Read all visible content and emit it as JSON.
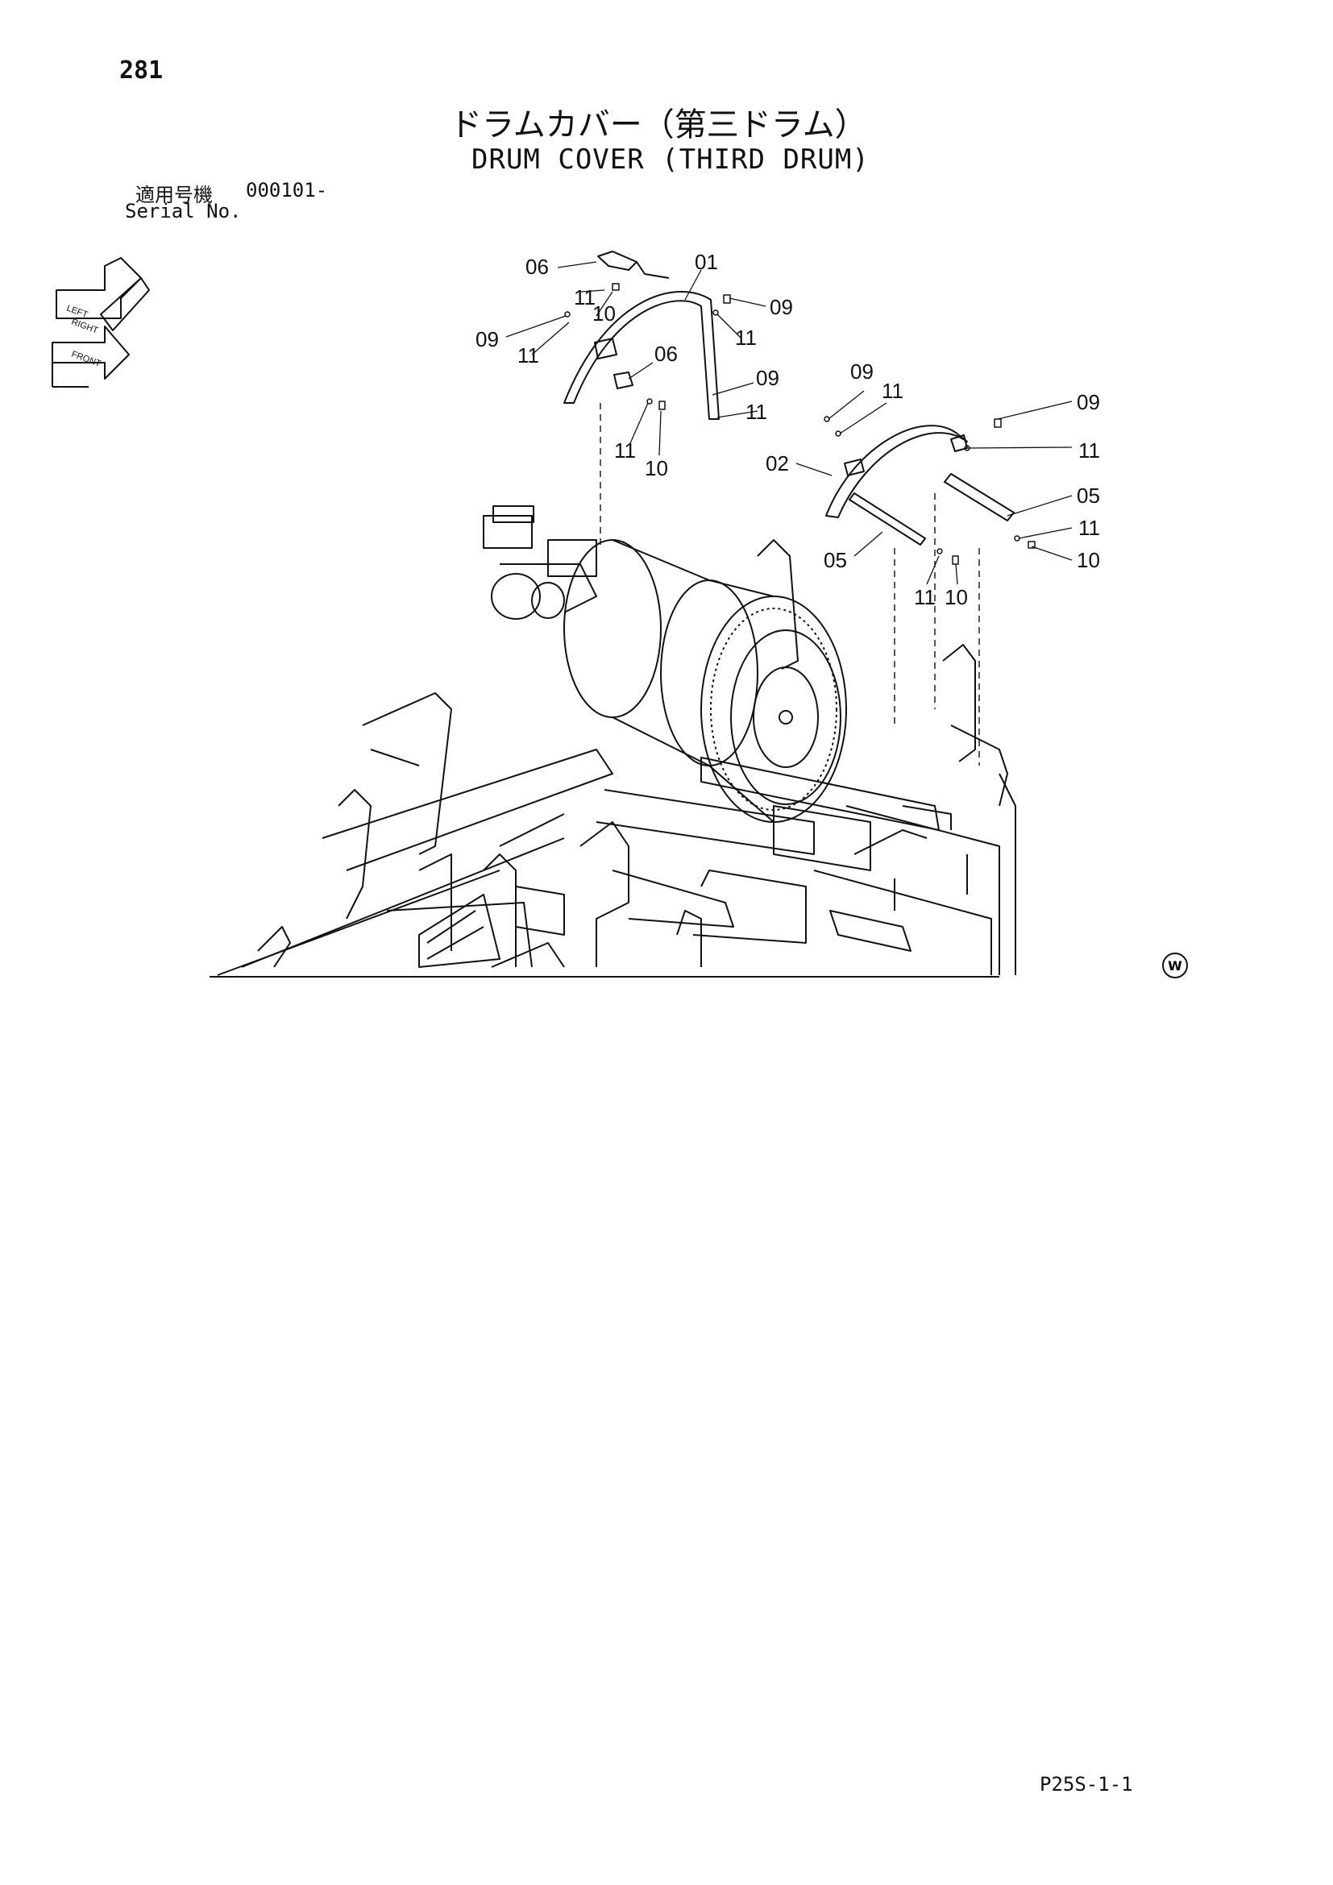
{
  "page_number": "281",
  "title_jp": "ドラムカバー（第三ドラム）",
  "title_en": "DRUM COVER (THIRD DRUM)",
  "serial_label_jp": "適用号機",
  "serial_value": "000101-",
  "serial_label_en": "Serial No.",
  "footer_code": "P25S-1-1",
  "corner_mark": "W",
  "orientation_labels": {
    "left": "LEFT",
    "right": "RIGHT",
    "front": "FRONT"
  },
  "callouts": [
    "06",
    "11",
    "10",
    "01",
    "09",
    "11",
    "09",
    "11",
    "06",
    "09",
    "11",
    "11",
    "10",
    "09",
    "11",
    "09",
    "02",
    "11",
    "05",
    "11",
    "05",
    "10",
    "11",
    "10"
  ]
}
